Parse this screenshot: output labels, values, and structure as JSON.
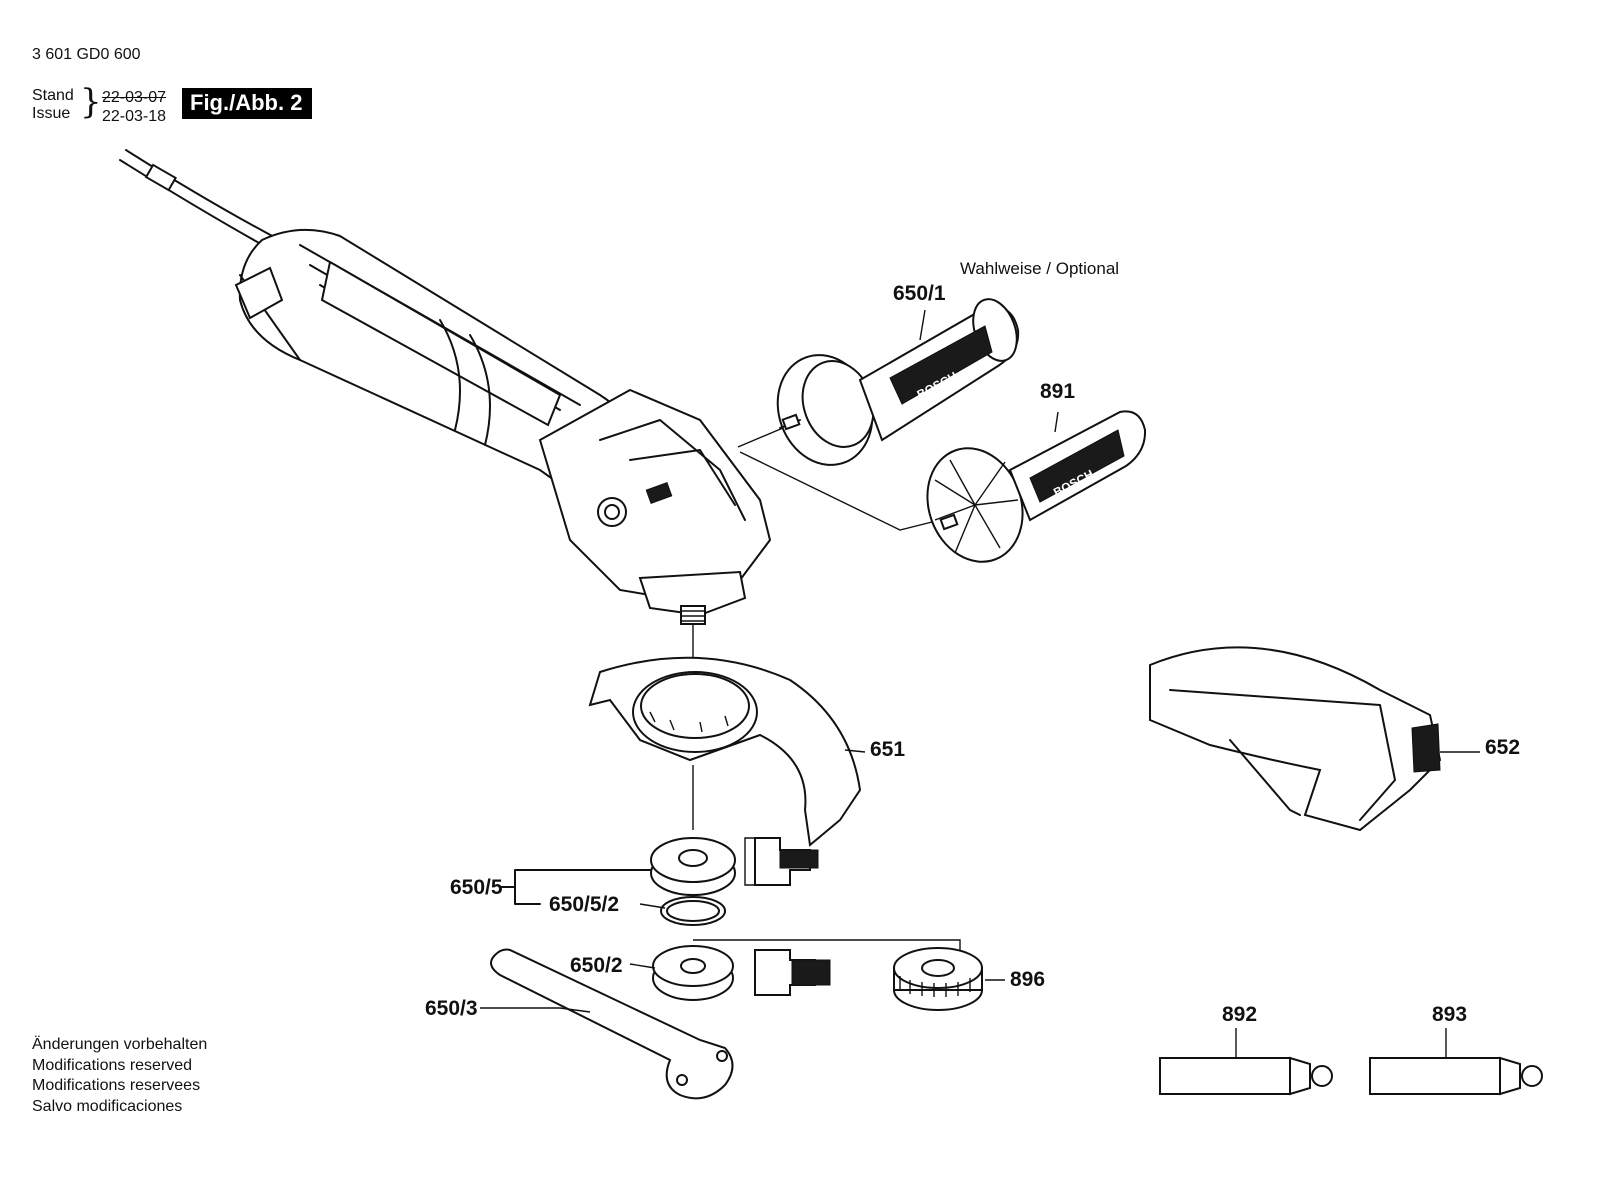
{
  "header": {
    "doc_number": "3 601 GD0 600",
    "stand_label": "Stand",
    "issue_label": "Issue",
    "stand_date": "22-03-07",
    "issue_date": "22-03-18",
    "figure_label": "Fig./Abb. 2"
  },
  "optional_note": "Wahlweise / Optional",
  "parts": {
    "p650_1": "650/1",
    "p891": "891",
    "p651": "651",
    "p652": "652",
    "p650_5": "650/5",
    "p650_5_2": "650/5/2",
    "p650_2": "650/2",
    "p896": "896",
    "p650_3": "650/3",
    "p892": "892",
    "p893": "893"
  },
  "handle_brand": "BOSCH",
  "footer": {
    "line1": "Änderungen vorbehalten",
    "line2": "Modifications reserved",
    "line3": "Modifications reservees",
    "line4": "Salvo modificaciones"
  }
}
